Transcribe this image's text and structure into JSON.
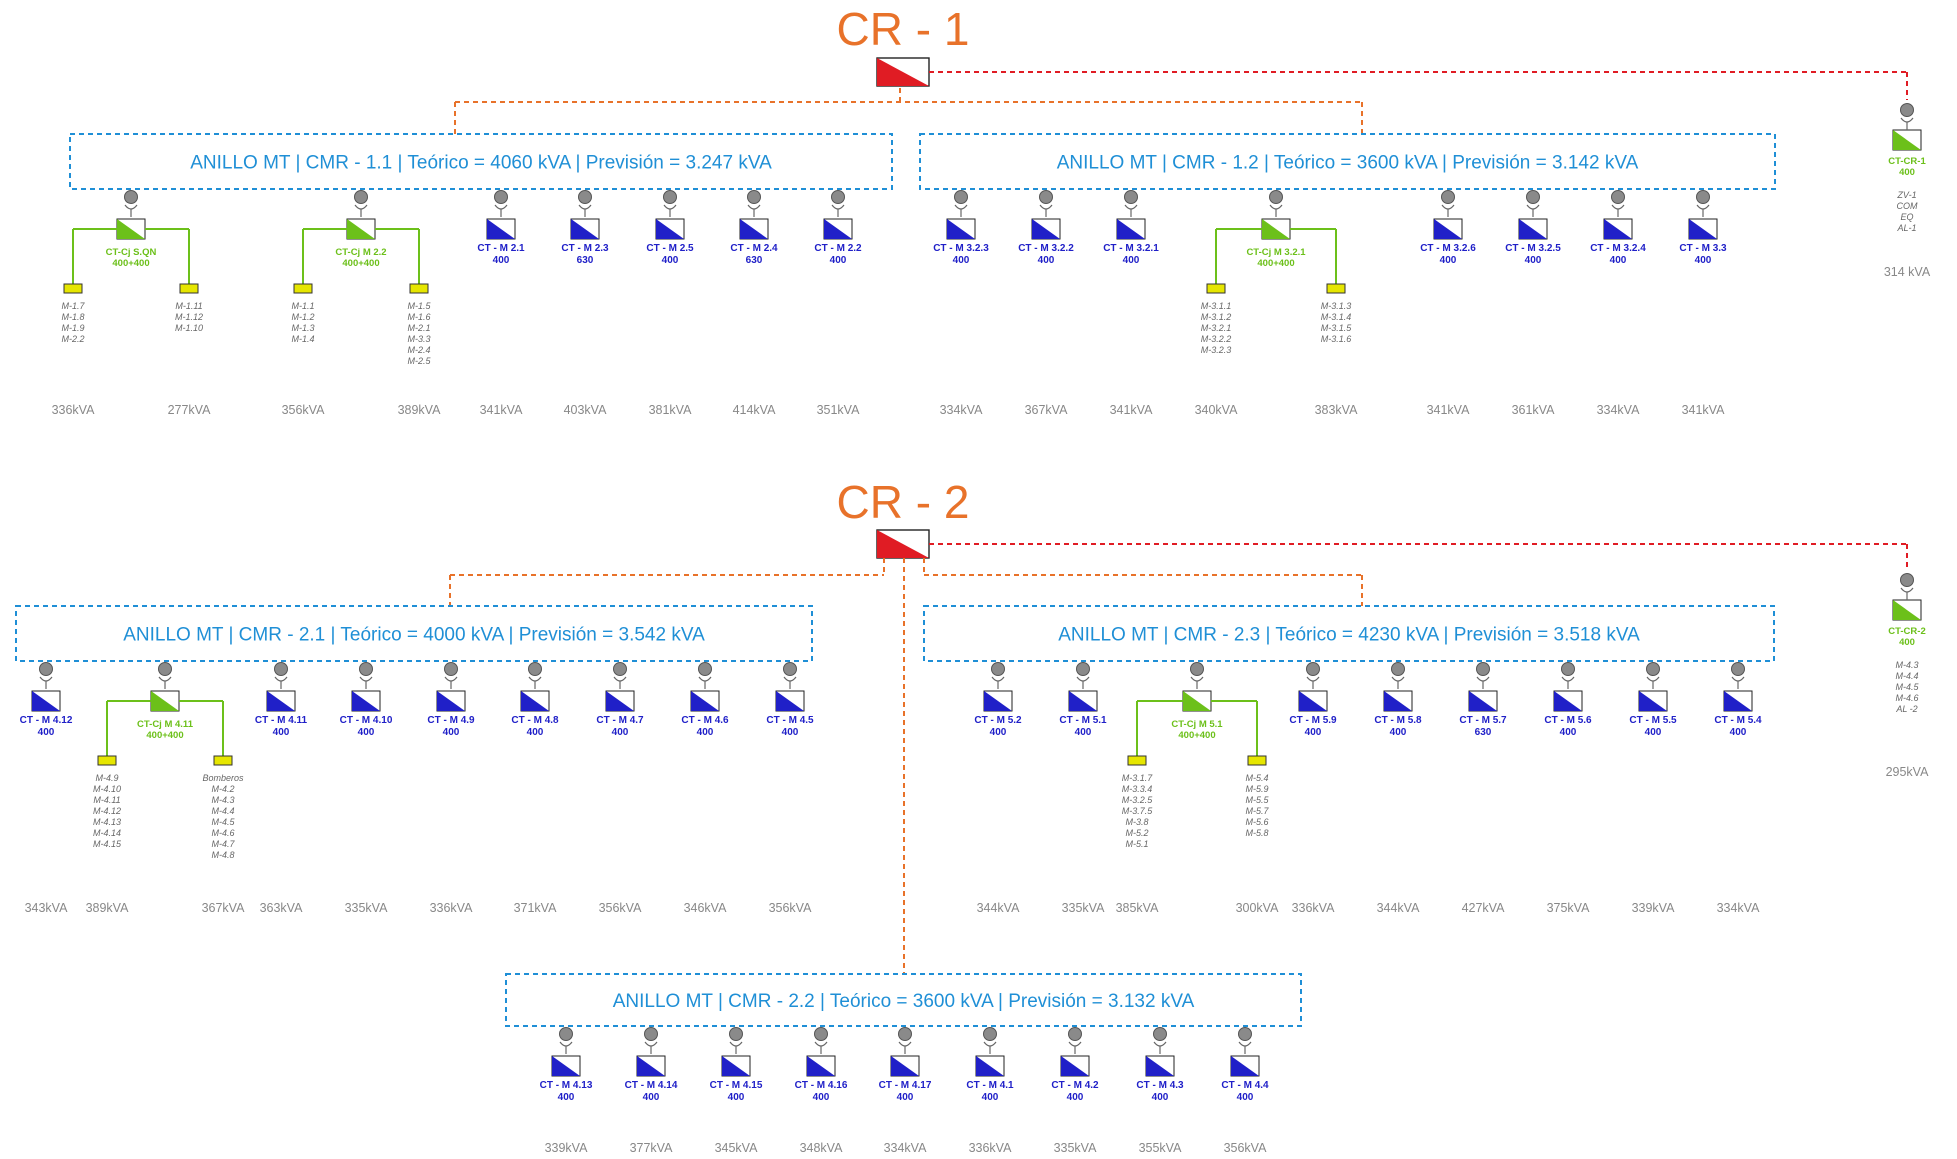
{
  "colors": {
    "cr_title": "#e8722a",
    "ring": "#1f8fd6",
    "ct_blue": "#2020c8",
    "ct_green": "#6cc01a",
    "link_orange": "#e8722a",
    "link_red": "#e01c24",
    "pylon_fill": "#e6e600",
    "kva_grey": "#888888"
  },
  "icons": {
    "cr_switch": "red-switchgear-icon",
    "ct": "blue-transformer-icon",
    "ct_double": "green-transformer-icon",
    "pylon": "yellow-pylon-icon",
    "connector": "grey-connector-icon"
  },
  "cr1": {
    "title": "CR - 1",
    "rings": [
      {
        "label": "ANILLO MT  | CMR - 1.1  | Teórico = 4060 kVA | Previsión =  3.247 kVA",
        "nodes": [
          {
            "type": "double",
            "name": "CT-Cj S.QN",
            "rating": "400+400",
            "left": {
              "items": [
                "M-1.7",
                "M-1.8",
                "M-1.9",
                "M-2.2"
              ],
              "kva": "336kVA"
            },
            "right": {
              "items": [
                "M-1.11",
                "M-1.12",
                "M-1.10"
              ],
              "kva": "277kVA"
            }
          },
          {
            "type": "double",
            "name": "CT-Cj M 2.2",
            "rating": "400+400",
            "left": {
              "items": [
                "M-1.1",
                "M-1.2",
                "M-1.3",
                "M-1.4"
              ],
              "kva": "356kVA"
            },
            "right": {
              "items": [
                "M-1.5",
                "M-1.6",
                "M-2.1",
                "M-3.3",
                "M-2.4",
                "M-2.5"
              ],
              "kva": "389kVA"
            }
          },
          {
            "type": "single",
            "name": "CT - M 2.1",
            "rating": "400",
            "kva": "341kVA"
          },
          {
            "type": "single",
            "name": "CT - M 2.3",
            "rating": "630",
            "kva": "403kVA"
          },
          {
            "type": "single",
            "name": "CT - M 2.5",
            "rating": "400",
            "kva": "381kVA"
          },
          {
            "type": "single",
            "name": "CT - M 2.4",
            "rating": "630",
            "kva": "414kVA"
          },
          {
            "type": "single",
            "name": "CT - M 2.2",
            "rating": "400",
            "kva": "351kVA"
          }
        ]
      },
      {
        "label": "ANILLO MT   | CMR - 1.2  | Teórico = 3600 kVA | Previsión =  3.142 kVA",
        "nodes": [
          {
            "type": "single",
            "name": "CT - M 3.2.3",
            "rating": "400",
            "kva": "334kVA"
          },
          {
            "type": "single",
            "name": "CT - M 3.2.2",
            "rating": "400",
            "kva": "367kVA"
          },
          {
            "type": "single",
            "name": "CT - M 3.2.1",
            "rating": "400",
            "kva": "341kVA"
          },
          {
            "type": "double",
            "name": "CT-Cj M 3.2.1",
            "rating": "400+400",
            "left": {
              "items": [
                "M-3.1.1",
                "M-3.1.2",
                "M-3.2.1",
                "M-3.2.2",
                "M-3.2.3"
              ],
              "kva": "340kVA"
            },
            "right": {
              "items": [
                "M-3.1.3",
                "M-3.1.4",
                "M-3.1.5",
                "M-3.1.6"
              ],
              "kva": "383kVA"
            }
          },
          {
            "type": "single",
            "name": "CT - M 3.2.6",
            "rating": "400",
            "kva": "341kVA"
          },
          {
            "type": "single",
            "name": "CT - M 3.2.5",
            "rating": "400",
            "kva": "361kVA"
          },
          {
            "type": "single",
            "name": "CT - M 3.2.4",
            "rating": "400",
            "kva": "334kVA"
          },
          {
            "type": "single",
            "name": "CT - M 3.3",
            "rating": "400",
            "kva": "341kVA"
          }
        ]
      }
    ],
    "tail": {
      "name": "CT-CR-1",
      "rating": "400",
      "items": [
        "ZV-1",
        "COM",
        "EQ",
        "AL-1"
      ],
      "kva": "314 kVA"
    }
  },
  "cr2": {
    "title": "CR - 2",
    "rings": [
      {
        "label": "ANILLO MT  | CMR - 2.1  | Teórico = 4000 kVA | Previsión =  3.542 kVA",
        "nodes": [
          {
            "type": "single",
            "name": "CT - M 4.12",
            "rating": "400",
            "kva": "343kVA"
          },
          {
            "type": "double",
            "name": "CT-Cj M 4.11",
            "rating": "400+400",
            "left": {
              "items": [
                "M-4.9",
                "M-4.10",
                "M-4.11",
                "M-4.12",
                "M-4.13",
                "M-4.14",
                "M-4.15"
              ],
              "kva": "389kVA"
            },
            "right": {
              "items": [
                "Bomberos",
                "M-4.2",
                "M-4.3",
                "M-4.4",
                "M-4.5",
                "M-4.6",
                "M-4.7",
                "M-4.8"
              ],
              "kva": "367kVA"
            }
          },
          {
            "type": "single",
            "name": "CT - M 4.11",
            "rating": "400",
            "kva": "363kVA"
          },
          {
            "type": "single",
            "name": "CT - M 4.10",
            "rating": "400",
            "kva": "335kVA"
          },
          {
            "type": "single",
            "name": "CT - M 4.9",
            "rating": "400",
            "kva": "336kVA"
          },
          {
            "type": "single",
            "name": "CT - M 4.8",
            "rating": "400",
            "kva": "371kVA"
          },
          {
            "type": "single",
            "name": "CT - M 4.7",
            "rating": "400",
            "kva": "356kVA"
          },
          {
            "type": "single",
            "name": "CT - M 4.6",
            "rating": "400",
            "kva": "346kVA"
          },
          {
            "type": "single",
            "name": "CT - M 4.5",
            "rating": "400",
            "kva": "356kVA"
          }
        ]
      },
      {
        "label": "ANILLO MT  | CMR - 2.3  | Teórico = 4230 kVA | Previsión =  3.518 kVA",
        "nodes": [
          {
            "type": "single",
            "name": "CT - M 5.2",
            "rating": "400",
            "kva": "344kVA"
          },
          {
            "type": "single",
            "name": "CT - M 5.1",
            "rating": "400",
            "kva": "335kVA"
          },
          {
            "type": "double",
            "name": "CT-Cj M 5.1",
            "rating": "400+400",
            "left": {
              "items": [
                "M-3.1.7",
                "M-3.3.4",
                "M-3.2.5",
                "M-3.7.5",
                "M-3.8",
                "M-5.2",
                "M-5.1"
              ],
              "kva": "385kVA"
            },
            "right": {
              "items": [
                "M-5.4",
                "M-5.9",
                "M-5.5",
                "M-5.7",
                "M-5.6",
                "M-5.8"
              ],
              "kva": "300kVA"
            }
          },
          {
            "type": "single",
            "name": "CT - M 5.9",
            "rating": "400",
            "kva": "336kVA"
          },
          {
            "type": "single",
            "name": "CT - M 5.8",
            "rating": "400",
            "kva": "344kVA"
          },
          {
            "type": "single",
            "name": "CT - M 5.7",
            "rating": "630",
            "kva": "427kVA"
          },
          {
            "type": "single",
            "name": "CT - M 5.6",
            "rating": "400",
            "kva": "375kVA"
          },
          {
            "type": "single",
            "name": "CT - M 5.5",
            "rating": "400",
            "kva": "339kVA"
          },
          {
            "type": "single",
            "name": "CT - M 5.4",
            "rating": "400",
            "kva": "334kVA"
          }
        ]
      },
      {
        "label": "ANILLO MT  | CMR - 2.2  | Teórico = 3600 kVA | Previsión =  3.132 kVA",
        "nodes": [
          {
            "type": "single",
            "name": "CT - M 4.13",
            "rating": "400",
            "kva": "339kVA"
          },
          {
            "type": "single",
            "name": "CT - M 4.14",
            "rating": "400",
            "kva": "377kVA"
          },
          {
            "type": "single",
            "name": "CT - M 4.15",
            "rating": "400",
            "kva": "345kVA"
          },
          {
            "type": "single",
            "name": "CT - M 4.16",
            "rating": "400",
            "kva": "348kVA"
          },
          {
            "type": "single",
            "name": "CT - M 4.17",
            "rating": "400",
            "kva": "334kVA"
          },
          {
            "type": "single",
            "name": "CT - M 4.1",
            "rating": "400",
            "kva": "336kVA"
          },
          {
            "type": "single",
            "name": "CT - M 4.2",
            "rating": "400",
            "kva": "335kVA"
          },
          {
            "type": "single",
            "name": "CT - M 4.3",
            "rating": "400",
            "kva": "355kVA"
          },
          {
            "type": "single",
            "name": "CT - M 4.4",
            "rating": "400",
            "kva": "356kVA"
          }
        ]
      }
    ],
    "tail": {
      "name": "CT-CR-2",
      "rating": "400",
      "items": [
        "M-4.3",
        "M-4.4",
        "M-4.5",
        "M-4.6",
        "AL -2"
      ],
      "kva": "295kVA"
    }
  }
}
